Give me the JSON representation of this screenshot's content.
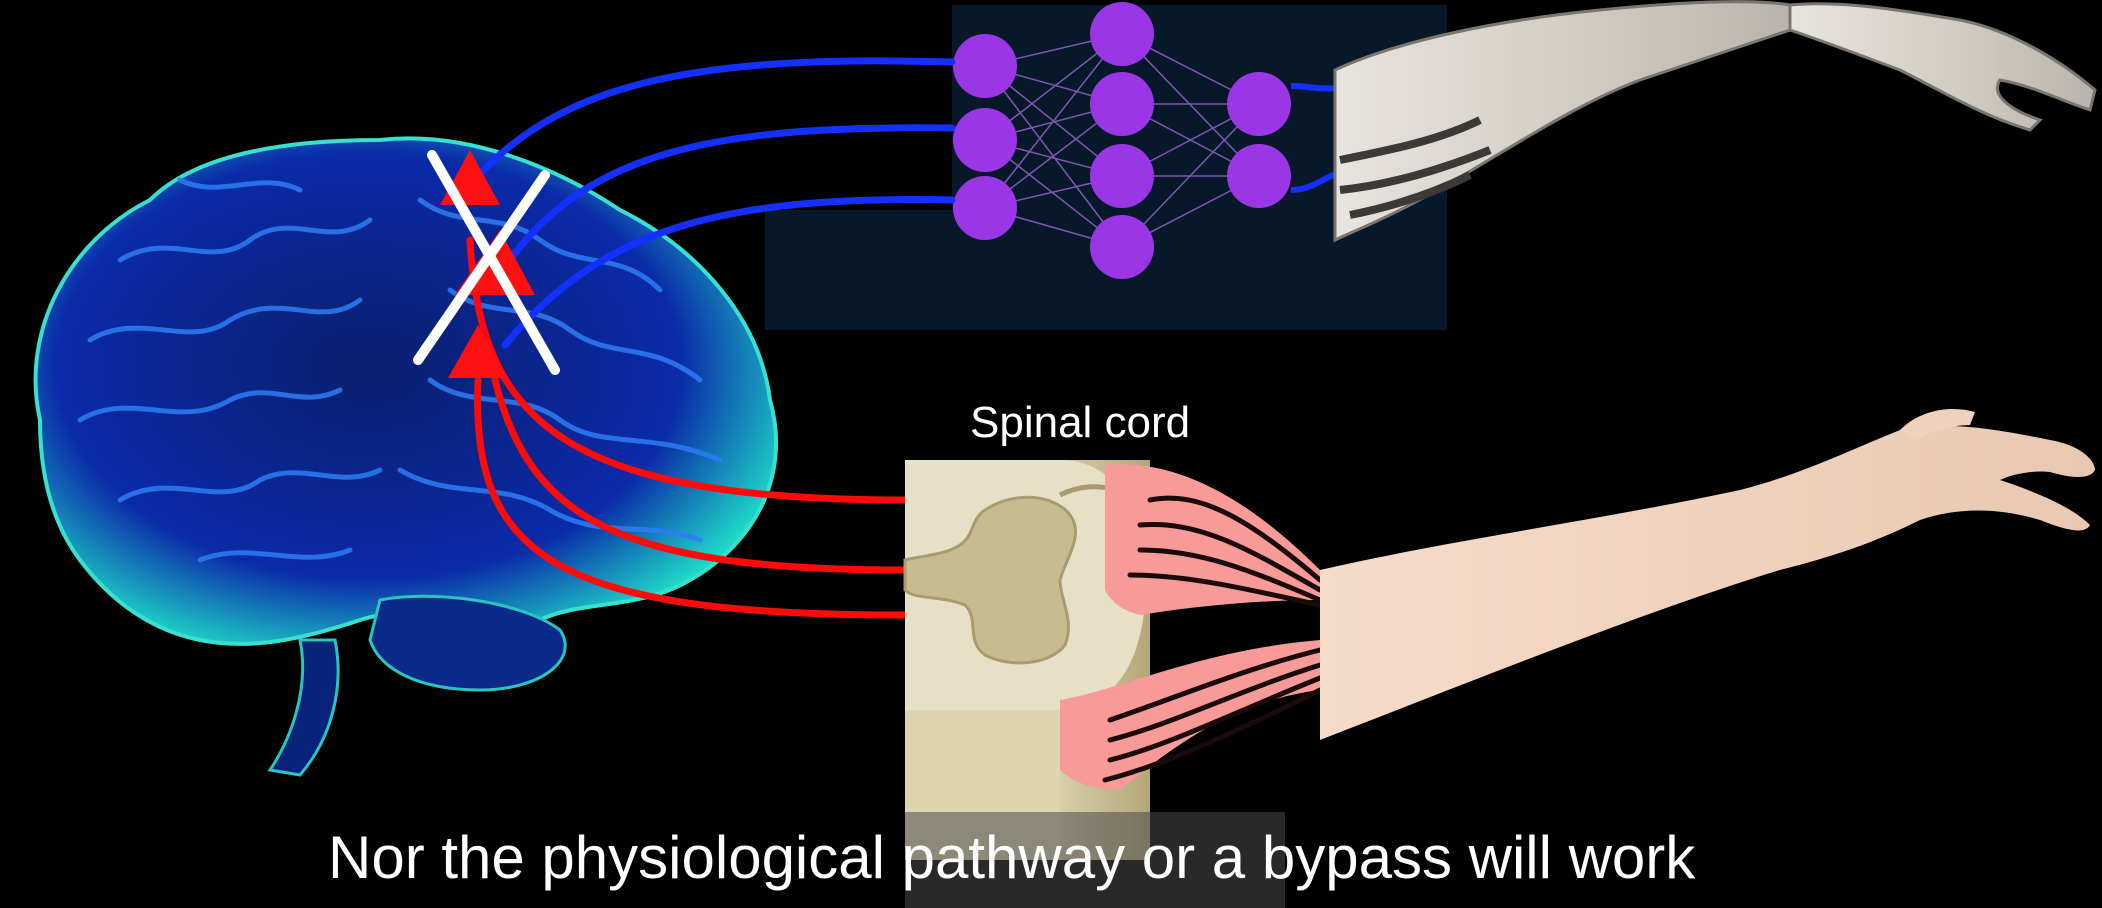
{
  "labels": {
    "spinal_cord": "Spinal cord"
  },
  "caption": {
    "text": "Nor the physiological pathway or a bypass will work"
  },
  "colors": {
    "background": "#000000",
    "bypass_wire": "#1430ff",
    "physiological_wire": "#ff0a0a",
    "neuron_node": "#9b36e6",
    "network_panel": "#07182a",
    "cross_mark": "#ffffff",
    "lesion_marker": "#ff1010",
    "nerve_fibers": "#f79a98",
    "brain": "#0a2aa8",
    "skin": "#f2d7c4"
  },
  "icons": {
    "brain": "brain-illustration",
    "network": "neural-network-diagram",
    "prosthesis": "robotic-arm-illustration",
    "spinal": "spinal-cord-cross-section",
    "arm": "human-arm-illustration",
    "cross": "x-mark-icon",
    "lesion": "triangle-marker-icon"
  }
}
